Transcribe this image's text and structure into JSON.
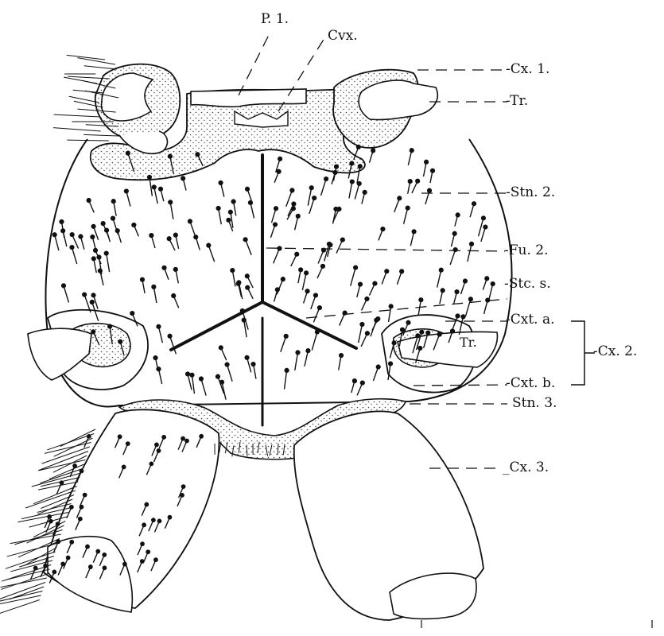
{
  "figure": {
    "labels": {
      "p1": "P. 1.",
      "cvx": "Cvx.",
      "cx1": "-Cx. 1.",
      "tr": "-Tr.",
      "stn2": "-Stn. 2.",
      "fu2": "-Fu. 2.",
      "stcs": "-Stc. s.",
      "cxta": "-Cxt. a.",
      "cx2": "-Cx. 2.",
      "tr_inner": "Tr.",
      "cxtb": "-Cxt. b.",
      "stn3": "Stn. 3.",
      "cx3": "_Cx. 3."
    }
  },
  "colors": {
    "ink": "#111111",
    "stipple": "#8a8a8a",
    "background": "#ffffff"
  }
}
